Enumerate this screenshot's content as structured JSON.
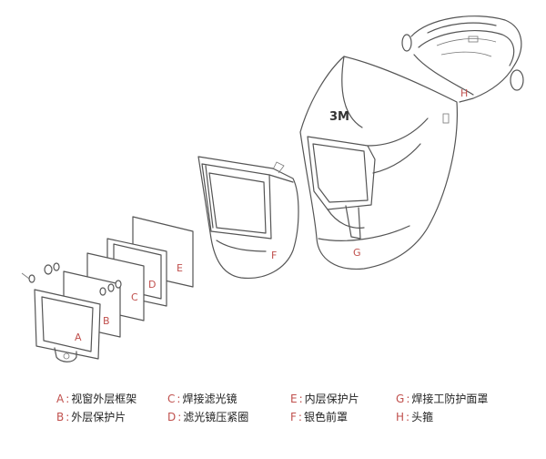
{
  "brand": "3M",
  "parts": [
    {
      "code": "A",
      "label": "视窗外层框架"
    },
    {
      "code": "B",
      "label": "外层保护片"
    },
    {
      "code": "C",
      "label": "焊接滤光镜"
    },
    {
      "code": "D",
      "label": "滤光镜压紧圈"
    },
    {
      "code": "E",
      "label": "内层保护片"
    },
    {
      "code": "F",
      "label": "银色前罩"
    },
    {
      "code": "G",
      "label": "焊接工防护面罩"
    },
    {
      "code": "H",
      "label": "头箍"
    }
  ],
  "colors": {
    "accent": "#c0504d",
    "line": "#555555"
  }
}
